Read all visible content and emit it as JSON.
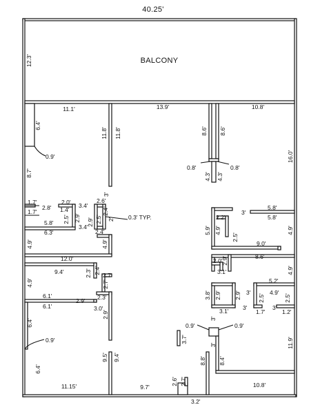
{
  "plan": {
    "overall_width": "40.25'",
    "balcony_label": "BALCONY",
    "balcony_depth": "12.3'",
    "typ_label": "0.3' TYP.",
    "dims": {
      "d1": "11.1'",
      "d2": "13.9'",
      "d3": "10.8'",
      "d4": "6.4'",
      "d5": "11.8'",
      "d6": "11.8'",
      "d7": "8.6'",
      "d8": "8.6'",
      "d9": "16.0'",
      "d10": "0.9'",
      "d11": "8.7'",
      "d12": "0.8'",
      "d13": "0.8'",
      "d14": "4.3'",
      "d15": "4.3'",
      "d16": "3'",
      "d17": "1.7'",
      "d18": "1.7'",
      "d19": "2.8'",
      "d20": "2.0'",
      "d21": "1.4'",
      "d22": "2.5'",
      "d23": "2.9'",
      "d24": "3.4'",
      "d25": "2.6'",
      "d26": "2.4'",
      "d27": "2.5'",
      "d28": "2'",
      "d29": "5.8'",
      "d30": "6.3'",
      "d31": "3.4'",
      "d32": "2.4'",
      "d33": "2.9'",
      "d34": "3'",
      "d35": "5.8'",
      "d36": "2.2'",
      "d37": "5.8'",
      "d38": "5.9'",
      "d39": "4.9'",
      "d40": "2.5'",
      "d41": "4.9'",
      "d42": "4.9'",
      "d43": "4.9'",
      "d44": "9.0'",
      "d45": "12.0'",
      "d46": "8.6'",
      "d47": "2.0'",
      "d48": "2.9'",
      "d49": "3.1'",
      "d50": "9.4'",
      "d51": "2.3'",
      "d52": "2.4'",
      "d53": "2.7'",
      "d54": "2.7'",
      "d55": "4.9'",
      "d56": "4.9'",
      "d57": "6.1'",
      "d58": "2.9'",
      "d59": "2.3'",
      "d60": "6.1'",
      "d61": "3.0'",
      "d62": "2.9'",
      "d63": "5.2'",
      "d64": "3.8'",
      "d65": "2.9'",
      "d66": "2.9'",
      "d67": "2.5'",
      "d68": "4.9'",
      "d69": "3'",
      "d70": "2.5'",
      "d71": "3.1'",
      "d72": "3'",
      "d73": "1.7'",
      "d74": "3'",
      "d75": "1.2'",
      "d76": "6.4'",
      "d77": "0.9'",
      "d78": "0.9'",
      "d79": "0.9'",
      "d80": "3.7'",
      "d81": "3'",
      "d82": "11.9'",
      "d83": "9.5'",
      "d84": "9.4'",
      "d85": "8.8'",
      "d86": "8.4'",
      "d87": "6.4'",
      "d88": "11.15'",
      "d89": "9.7'",
      "d90": "2.6'",
      "d91": "2.7'",
      "d92": "3.2'",
      "d93": "10.8'",
      "d94": "3'"
    }
  }
}
